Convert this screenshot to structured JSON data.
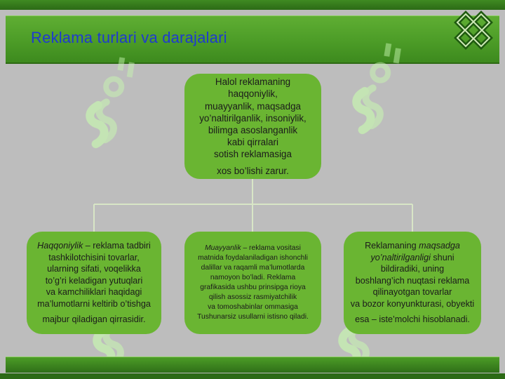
{
  "header": {
    "title": "Reklama turlari va darajalari"
  },
  "colors": {
    "header_green": "#4c9c27",
    "node_green": "#6ab532",
    "title_blue": "#1e3ad0",
    "connector": "#d8e6c6",
    "background": "#bdbdbd"
  },
  "icons": {
    "logo": "green-knot-logo",
    "watermark": "soft-logo-watermark"
  },
  "diagram": {
    "top_node": {
      "lines": [
        "Halol reklamaning",
        "haqqoniylik,",
        "muayyanlik, maqsadga",
        "yo’naltirilganlik, insoniylik,",
        "bilimga asoslanganlik",
        "kabi qirralari",
        "sotish reklamasiga",
        "xos bo’lishi zarur."
      ]
    },
    "left_node": {
      "term": "Haqqoniylik",
      "first_rest": " – reklama tadbiri",
      "lines": [
        "tashkilotchisini tovarlar,",
        "ularning sifati, voqelikka",
        "to’g’ri keladigan yutuqlari",
        "va kamchiliklari haqidagi",
        "ma’lumotlarni keltirib o’tishga",
        "majbur qiladigan qirrasidir."
      ]
    },
    "middle_node": {
      "term": "Muayyanlik",
      "first_rest": " – reklama vositasi",
      "lines": [
        "matnida foydalaniladigan ishonchli",
        "dalillar va raqamli ma’lumotlarda",
        "namoyon bo’ladi. Reklama",
        "grafikasida ushbu prinsipga rioya",
        "qilish asossiz rasmiyatchilik",
        "va tomoshabinlar ommasiga",
        "Tushunarsiz usullarni istisno qiladi."
      ]
    },
    "right_node": {
      "first_pre": "Reklamaning ",
      "term_line1": "maqsadga",
      "term_line2": "yo’naltirilganligi",
      "second_rest": " shuni",
      "lines": [
        "bildiradiki, uning",
        "boshlang’ich nuqtasi reklama",
        "qilinayotgan tovarlar",
        "va bozor konyunkturasi, obyekti",
        "esa – iste’molchi hisoblanadi."
      ]
    }
  }
}
